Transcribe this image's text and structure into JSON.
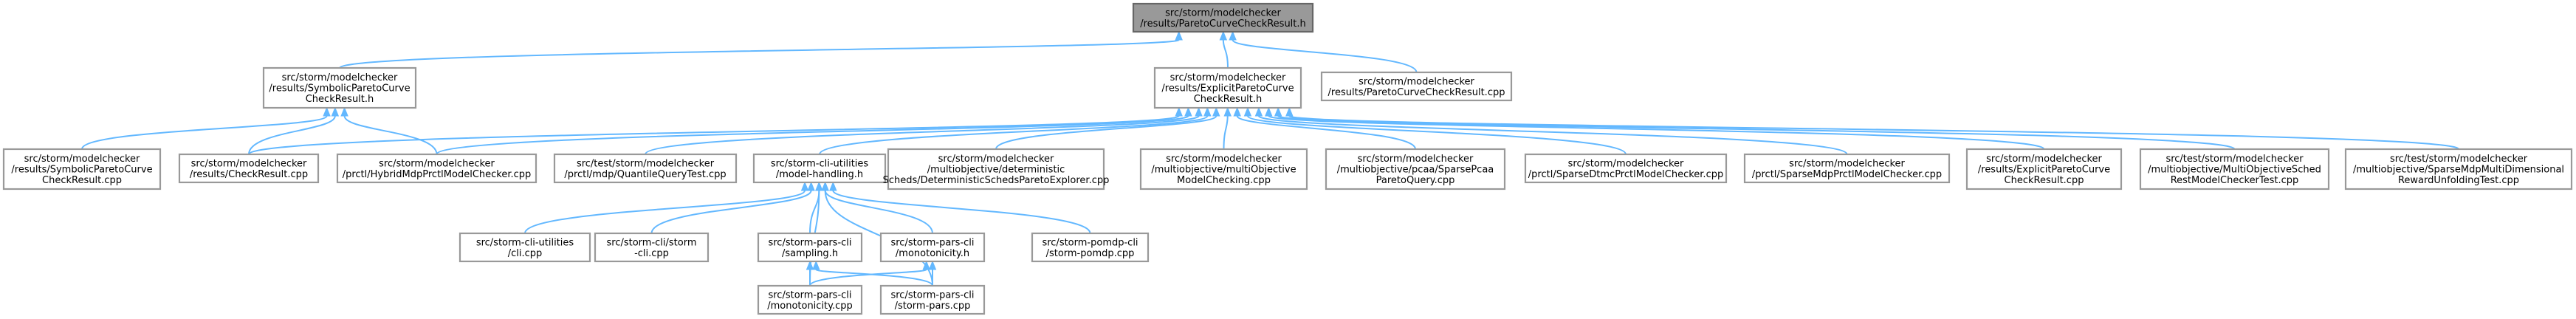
{
  "nodes": [
    {
      "id": "root",
      "lines": [
        "src/storm/modelchecker",
        "/results/ParetoCurveCheckResult.h"
      ],
      "highlight": true
    },
    {
      "id": "symbolic_h",
      "lines": [
        "src/storm/modelchecker",
        "/results/SymbolicParetoCurve",
        "CheckResult.h"
      ]
    },
    {
      "id": "explicit_h",
      "lines": [
        "src/storm/modelchecker",
        "/results/ExplicitParetoCurve",
        "CheckResult.h"
      ]
    },
    {
      "id": "pareto_cpp",
      "lines": [
        "src/storm/modelchecker",
        "/results/ParetoCurveCheckResult.cpp"
      ]
    },
    {
      "id": "symbolic_cpp",
      "lines": [
        "src/storm/modelchecker",
        "/results/SymbolicParetoCurve",
        "CheckResult.cpp"
      ]
    },
    {
      "id": "checkresult_cpp",
      "lines": [
        "src/storm/modelchecker",
        "/results/CheckResult.cpp"
      ]
    },
    {
      "id": "hybrid_cpp",
      "lines": [
        "src/storm/modelchecker",
        "/prctl/HybridMdpPrctlModelChecker.cpp"
      ]
    },
    {
      "id": "quantile_cpp",
      "lines": [
        "src/test/storm/modelchecker",
        "/prctl/mdp/QuantileQueryTest.cpp"
      ]
    },
    {
      "id": "model_handling_h",
      "lines": [
        "src/storm-cli-utilities",
        "/model-handling.h"
      ]
    },
    {
      "id": "det_sched_cpp",
      "lines": [
        "src/storm/modelchecker",
        "/multiobjective/deterministic",
        "Scheds/DeterministicSchedsParetoExplorer.cpp"
      ]
    },
    {
      "id": "multiobj_cpp",
      "lines": [
        "src/storm/modelchecker",
        "/multiobjective/multiObjective",
        "ModelChecking.cpp"
      ]
    },
    {
      "id": "pcaa_cpp",
      "lines": [
        "src/storm/modelchecker",
        "/multiobjective/pcaa/SparsePcaa",
        "ParetoQuery.cpp"
      ]
    },
    {
      "id": "dtmc_cpp",
      "lines": [
        "src/storm/modelchecker",
        "/prctl/SparseDtmcPrctlModelChecker.cpp"
      ]
    },
    {
      "id": "mdp_cpp",
      "lines": [
        "src/storm/modelchecker",
        "/prctl/SparseMdpPrctlModelChecker.cpp"
      ]
    },
    {
      "id": "explicit_cpp",
      "lines": [
        "src/storm/modelchecker",
        "/results/ExplicitParetoCurve",
        "CheckResult.cpp"
      ]
    },
    {
      "id": "test_sched_cpp",
      "lines": [
        "src/test/storm/modelchecker",
        "/multiobjective/MultiObjectiveSched",
        "RestModelCheckerTest.cpp"
      ]
    },
    {
      "id": "test_reward_cpp",
      "lines": [
        "src/test/storm/modelchecker",
        "/multiobjective/SparseMdpMultiDimensional",
        "RewardUnfoldingTest.cpp"
      ]
    },
    {
      "id": "cli_cpp",
      "lines": [
        "src/storm-cli-utilities",
        "/cli.cpp"
      ]
    },
    {
      "id": "storm_cli_cpp",
      "lines": [
        "src/storm-cli/storm",
        "-cli.cpp"
      ]
    },
    {
      "id": "sampling_h",
      "lines": [
        "src/storm-pars-cli",
        "/sampling.h"
      ]
    },
    {
      "id": "monotonicity_h",
      "lines": [
        "src/storm-pars-cli",
        "/monotonicity.h"
      ]
    },
    {
      "id": "pomdp_cpp",
      "lines": [
        "src/storm-pomdp-cli",
        "/storm-pomdp.cpp"
      ]
    },
    {
      "id": "monotonicity_cpp",
      "lines": [
        "src/storm-pars-cli",
        "/monotonicity.cpp"
      ]
    },
    {
      "id": "storm_pars_cpp",
      "lines": [
        "src/storm-pars-cli",
        "/storm-pars.cpp"
      ]
    }
  ],
  "edges": [
    [
      "symbolic_h",
      "root"
    ],
    [
      "explicit_h",
      "root"
    ],
    [
      "pareto_cpp",
      "root"
    ],
    [
      "symbolic_cpp",
      "symbolic_h"
    ],
    [
      "checkresult_cpp",
      "symbolic_h"
    ],
    [
      "hybrid_cpp",
      "symbolic_h"
    ],
    [
      "checkresult_cpp",
      "explicit_h"
    ],
    [
      "hybrid_cpp",
      "explicit_h"
    ],
    [
      "quantile_cpp",
      "explicit_h"
    ],
    [
      "model_handling_h",
      "explicit_h"
    ],
    [
      "det_sched_cpp",
      "explicit_h"
    ],
    [
      "multiobj_cpp",
      "explicit_h"
    ],
    [
      "pcaa_cpp",
      "explicit_h"
    ],
    [
      "dtmc_cpp",
      "explicit_h"
    ],
    [
      "mdp_cpp",
      "explicit_h"
    ],
    [
      "explicit_cpp",
      "explicit_h"
    ],
    [
      "test_sched_cpp",
      "explicit_h"
    ],
    [
      "test_reward_cpp",
      "explicit_h"
    ],
    [
      "cli_cpp",
      "model_handling_h"
    ],
    [
      "storm_cli_cpp",
      "model_handling_h"
    ],
    [
      "sampling_h",
      "model_handling_h"
    ],
    [
      "monotonicity_h",
      "model_handling_h"
    ],
    [
      "pomdp_cpp",
      "model_handling_h"
    ],
    [
      "monotonicity_cpp",
      "model_handling_h"
    ],
    [
      "storm_pars_cpp",
      "model_handling_h"
    ],
    [
      "monotonicity_cpp",
      "sampling_h"
    ],
    [
      "storm_pars_cpp",
      "sampling_h"
    ],
    [
      "monotonicity_cpp",
      "monotonicity_h"
    ],
    [
      "storm_pars_cpp",
      "monotonicity_h"
    ]
  ]
}
